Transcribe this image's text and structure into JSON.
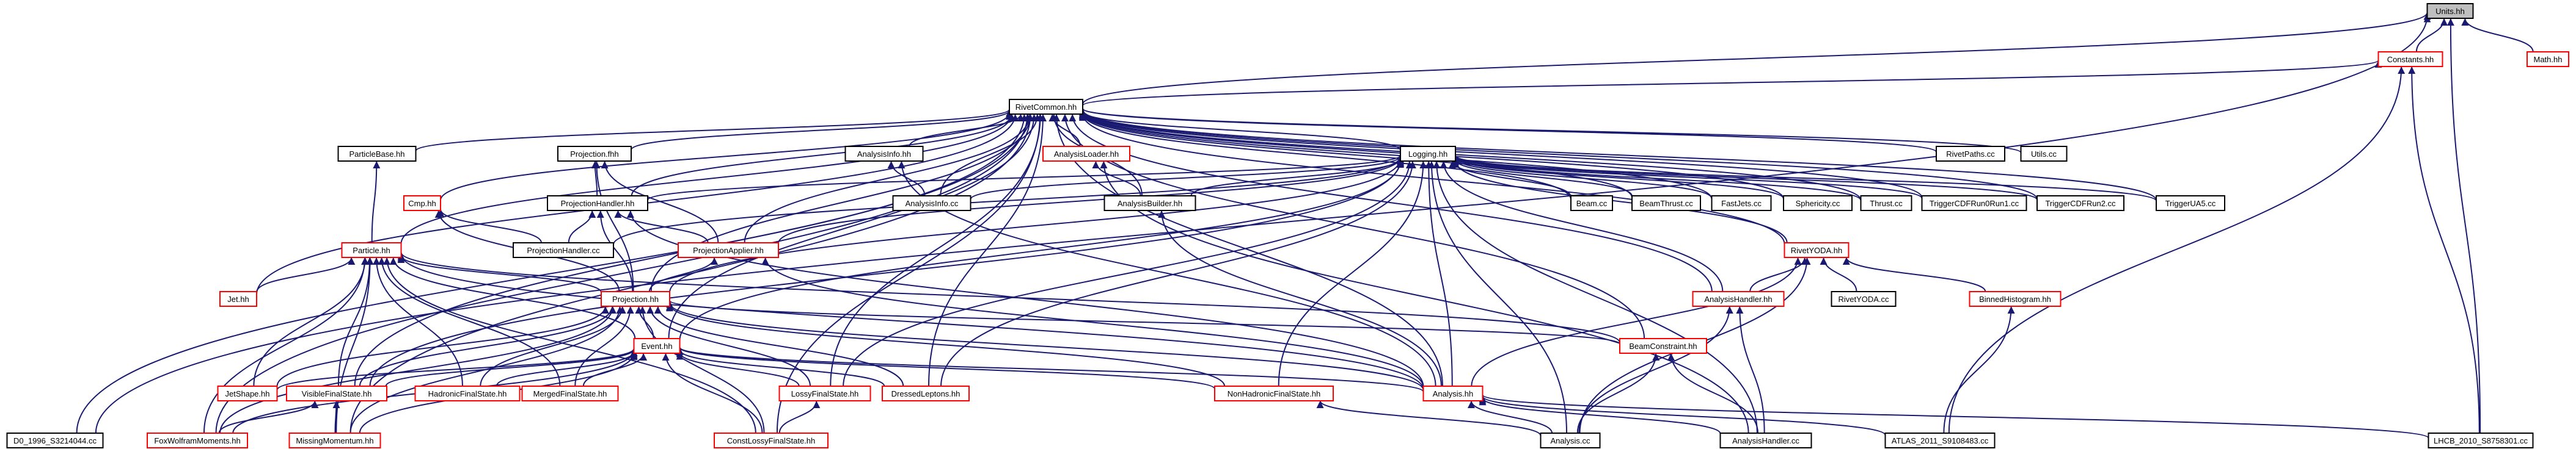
{
  "colors": {
    "root_fill": "#bfbfbf",
    "root_border": "#000000",
    "linked_border": "#000000",
    "missing_border": "#ff0000",
    "edge": "#191970"
  },
  "nodes": [
    {
      "id": "units",
      "label": "Units.hh",
      "style": "root"
    },
    {
      "id": "constants",
      "label": "Constants.hh",
      "style": "missing"
    },
    {
      "id": "math",
      "label": "Math.hh",
      "style": "missing"
    },
    {
      "id": "rivetcommon",
      "label": "RivetCommon.hh",
      "style": "linked"
    },
    {
      "id": "particlebase",
      "label": "ParticleBase.hh",
      "style": "linked"
    },
    {
      "id": "projectionfhh",
      "label": "Projection.fhh",
      "style": "linked"
    },
    {
      "id": "analysisinfo",
      "label": "AnalysisInfo.hh",
      "style": "linked"
    },
    {
      "id": "analysisloader",
      "label": "AnalysisLoader.hh",
      "style": "missing"
    },
    {
      "id": "logging",
      "label": "Logging.hh",
      "style": "linked"
    },
    {
      "id": "rivetpaths",
      "label": "RivetPaths.cc",
      "style": "linked"
    },
    {
      "id": "utilscc",
      "label": "Utils.cc",
      "style": "linked"
    },
    {
      "id": "cmp",
      "label": "Cmp.hh",
      "style": "missing"
    },
    {
      "id": "projectionhandlerhh",
      "label": "ProjectionHandler.hh",
      "style": "linked"
    },
    {
      "id": "analysisinfocc",
      "label": "AnalysisInfo.cc",
      "style": "linked"
    },
    {
      "id": "analysisbuilder",
      "label": "AnalysisBuilder.hh",
      "style": "linked"
    },
    {
      "id": "beamcc",
      "label": "Beam.cc",
      "style": "linked"
    },
    {
      "id": "beamthrust",
      "label": "BeamThrust.cc",
      "style": "linked"
    },
    {
      "id": "fastjets",
      "label": "FastJets.cc",
      "style": "linked"
    },
    {
      "id": "sphericity",
      "label": "Sphericity.cc",
      "style": "linked"
    },
    {
      "id": "thrust",
      "label": "Thrust.cc",
      "style": "linked"
    },
    {
      "id": "trigcdf1",
      "label": "TriggerCDFRun0Run1.cc",
      "style": "linked"
    },
    {
      "id": "trigcdf2",
      "label": "TriggerCDFRun2.cc",
      "style": "linked"
    },
    {
      "id": "trigua5",
      "label": "TriggerUA5.cc",
      "style": "linked"
    },
    {
      "id": "projectionhandlercc",
      "label": "ProjectionHandler.cc",
      "style": "linked"
    },
    {
      "id": "particle",
      "label": "Particle.hh",
      "style": "missing"
    },
    {
      "id": "projectionapplier",
      "label": "ProjectionApplier.hh",
      "style": "missing"
    },
    {
      "id": "rivetyoda",
      "label": "RivetYODA.hh",
      "style": "missing"
    },
    {
      "id": "jet",
      "label": "Jet.hh",
      "style": "missing"
    },
    {
      "id": "projection",
      "label": "Projection.hh",
      "style": "missing"
    },
    {
      "id": "analysishandlerhh",
      "label": "AnalysisHandler.hh",
      "style": "missing"
    },
    {
      "id": "rivetyodacc",
      "label": "RivetYODA.cc",
      "style": "linked"
    },
    {
      "id": "binnedhistogram",
      "label": "BinnedHistogram.hh",
      "style": "missing"
    },
    {
      "id": "event",
      "label": "Event.hh",
      "style": "missing"
    },
    {
      "id": "beamconstraint",
      "label": "BeamConstraint.hh",
      "style": "missing"
    },
    {
      "id": "jetshape",
      "label": "JetShape.hh",
      "style": "missing"
    },
    {
      "id": "visiblefs",
      "label": "VisibleFinalState.hh",
      "style": "missing"
    },
    {
      "id": "hadronicfs",
      "label": "HadronicFinalState.hh",
      "style": "missing"
    },
    {
      "id": "mergedfs",
      "label": "MergedFinalState.hh",
      "style": "missing"
    },
    {
      "id": "lossyfs",
      "label": "LossyFinalState.hh",
      "style": "missing"
    },
    {
      "id": "dressedleptons",
      "label": "DressedLeptons.hh",
      "style": "missing"
    },
    {
      "id": "nonhadronicfs",
      "label": "NonHadronicFinalState.hh",
      "style": "missing"
    },
    {
      "id": "analysishh",
      "label": "Analysis.hh",
      "style": "missing"
    },
    {
      "id": "d0",
      "label": "D0_1996_S3214044.cc",
      "style": "linked"
    },
    {
      "id": "foxwolfram",
      "label": "FoxWolframMoments.hh",
      "style": "missing"
    },
    {
      "id": "missingmomentum",
      "label": "MissingMomentum.hh",
      "style": "missing"
    },
    {
      "id": "constlossy",
      "label": "ConstLossyFinalState.hh",
      "style": "missing"
    },
    {
      "id": "analysiscc",
      "label": "Analysis.cc",
      "style": "linked"
    },
    {
      "id": "analysishandlercc",
      "label": "AnalysisHandler.cc",
      "style": "linked"
    },
    {
      "id": "atlas",
      "label": "ATLAS_2011_S9108483.cc",
      "style": "linked"
    },
    {
      "id": "lhcb",
      "label": "LHCB_2010_S8758301.cc",
      "style": "linked"
    }
  ],
  "edges": [
    [
      "constants",
      "units"
    ],
    [
      "math",
      "units"
    ],
    [
      "rivetcommon",
      "units"
    ],
    [
      "d0",
      "units"
    ],
    [
      "lhcb",
      "units"
    ],
    [
      "rivetcommon",
      "constants"
    ],
    [
      "atlas",
      "constants"
    ],
    [
      "lhcb",
      "constants"
    ],
    [
      "particlebase",
      "rivetcommon"
    ],
    [
      "projectionfhh",
      "rivetcommon"
    ],
    [
      "analysisinfo",
      "rivetcommon"
    ],
    [
      "analysisloader",
      "rivetcommon"
    ],
    [
      "logging",
      "rivetcommon"
    ],
    [
      "rivetpaths",
      "rivetcommon"
    ],
    [
      "utilscc",
      "rivetcommon"
    ],
    [
      "cmp",
      "rivetcommon"
    ],
    [
      "projectionhandlerhh",
      "rivetcommon"
    ],
    [
      "analysisinfocc",
      "rivetcommon"
    ],
    [
      "analysisbuilder",
      "rivetcommon"
    ],
    [
      "beamcc",
      "rivetcommon"
    ],
    [
      "beamthrust",
      "rivetcommon"
    ],
    [
      "fastjets",
      "rivetcommon"
    ],
    [
      "sphericity",
      "rivetcommon"
    ],
    [
      "thrust",
      "rivetcommon"
    ],
    [
      "trigcdf1",
      "rivetcommon"
    ],
    [
      "trigcdf2",
      "rivetcommon"
    ],
    [
      "trigua5",
      "rivetcommon"
    ],
    [
      "particle",
      "rivetcommon"
    ],
    [
      "projectionapplier",
      "rivetcommon"
    ],
    [
      "rivetyoda",
      "rivetcommon"
    ],
    [
      "jet",
      "rivetcommon"
    ],
    [
      "projection",
      "rivetcommon"
    ],
    [
      "analysishandlerhh",
      "rivetcommon"
    ],
    [
      "event",
      "rivetcommon"
    ],
    [
      "beamconstraint",
      "rivetcommon"
    ],
    [
      "visiblefs",
      "rivetcommon"
    ],
    [
      "lossyfs",
      "rivetcommon"
    ],
    [
      "dressedleptons",
      "rivetcommon"
    ],
    [
      "analysishh",
      "rivetcommon"
    ],
    [
      "d0",
      "rivetcommon"
    ],
    [
      "foxwolfram",
      "rivetcommon"
    ],
    [
      "missingmomentum",
      "rivetcommon"
    ],
    [
      "constlossy",
      "rivetcommon"
    ],
    [
      "particle",
      "particlebase"
    ],
    [
      "projectionhandlerhh",
      "projectionfhh"
    ],
    [
      "projectionapplier",
      "projectionfhh"
    ],
    [
      "projection",
      "projectionfhh"
    ],
    [
      "analysisinfocc",
      "analysisinfo"
    ],
    [
      "analysishh",
      "analysisinfo"
    ],
    [
      "analysisbuilder",
      "analysisloader"
    ],
    [
      "analysishandlercc",
      "analysisloader"
    ],
    [
      "analysisinfocc",
      "logging"
    ],
    [
      "analysisbuilder",
      "logging"
    ],
    [
      "beamcc",
      "logging"
    ],
    [
      "beamthrust",
      "logging"
    ],
    [
      "fastjets",
      "logging"
    ],
    [
      "sphericity",
      "logging"
    ],
    [
      "thrust",
      "logging"
    ],
    [
      "trigcdf1",
      "logging"
    ],
    [
      "trigcdf2",
      "logging"
    ],
    [
      "trigua5",
      "logging"
    ],
    [
      "projectionhandlerhh",
      "logging"
    ],
    [
      "projectionhandlercc",
      "logging"
    ],
    [
      "projectionapplier",
      "logging"
    ],
    [
      "rivetyoda",
      "logging"
    ],
    [
      "projection",
      "logging"
    ],
    [
      "analysishandlerhh",
      "logging"
    ],
    [
      "event",
      "logging"
    ],
    [
      "visiblefs",
      "logging"
    ],
    [
      "lossyfs",
      "logging"
    ],
    [
      "dressedleptons",
      "logging"
    ],
    [
      "nonhadronicfs",
      "logging"
    ],
    [
      "analysishh",
      "logging"
    ],
    [
      "analysiscc",
      "logging"
    ],
    [
      "analysishandlercc",
      "logging"
    ],
    [
      "projection",
      "cmp"
    ],
    [
      "projectionhandlercc",
      "cmp"
    ],
    [
      "projectionhandlercc",
      "projectionhandlerhh"
    ],
    [
      "projectionapplier",
      "projectionhandlerhh"
    ],
    [
      "projection",
      "projectionhandlerhh"
    ],
    [
      "analysishh",
      "projectionhandlerhh"
    ],
    [
      "analysishh",
      "analysisbuilder"
    ],
    [
      "jet",
      "particle"
    ],
    [
      "projection",
      "particle"
    ],
    [
      "event",
      "particle"
    ],
    [
      "jetshape",
      "particle"
    ],
    [
      "visiblefs",
      "particle"
    ],
    [
      "hadronicfs",
      "particle"
    ],
    [
      "mergedfs",
      "particle"
    ],
    [
      "foxwolfram",
      "particle"
    ],
    [
      "missingmomentum",
      "particle"
    ],
    [
      "constlossy",
      "particle"
    ],
    [
      "beamconstraint",
      "particle"
    ],
    [
      "analysishh",
      "particle"
    ],
    [
      "projection",
      "projectionapplier"
    ],
    [
      "analysishh",
      "projectionapplier"
    ],
    [
      "analysishandlerhh",
      "rivetyoda"
    ],
    [
      "rivetyodacc",
      "rivetyoda"
    ],
    [
      "binnedhistogram",
      "rivetyoda"
    ],
    [
      "analysishh",
      "rivetyoda"
    ],
    [
      "analysiscc",
      "rivetyoda"
    ],
    [
      "event",
      "projection"
    ],
    [
      "jetshape",
      "projection"
    ],
    [
      "visiblefs",
      "projection"
    ],
    [
      "hadronicfs",
      "projection"
    ],
    [
      "mergedfs",
      "projection"
    ],
    [
      "lossyfs",
      "projection"
    ],
    [
      "dressedleptons",
      "projection"
    ],
    [
      "nonhadronicfs",
      "projection"
    ],
    [
      "analysishh",
      "projection"
    ],
    [
      "beamconstraint",
      "projection"
    ],
    [
      "constlossy",
      "projection"
    ],
    [
      "foxwolfram",
      "projection"
    ],
    [
      "missingmomentum",
      "projection"
    ],
    [
      "analysiscc",
      "analysishandlerhh"
    ],
    [
      "analysishandlercc",
      "analysishandlerhh"
    ],
    [
      "atlas",
      "binnedhistogram"
    ],
    [
      "jetshape",
      "event"
    ],
    [
      "visiblefs",
      "event"
    ],
    [
      "hadronicfs",
      "event"
    ],
    [
      "mergedfs",
      "event"
    ],
    [
      "lossyfs",
      "event"
    ],
    [
      "nonhadronicfs",
      "event"
    ],
    [
      "analysishh",
      "event"
    ],
    [
      "constlossy",
      "event"
    ],
    [
      "foxwolfram",
      "event"
    ],
    [
      "missingmomentum",
      "event"
    ],
    [
      "dressedleptons",
      "event"
    ],
    [
      "analysiscc",
      "beamconstraint"
    ],
    [
      "analysishandlercc",
      "beamconstraint"
    ],
    [
      "foxwolfram",
      "visiblefs"
    ],
    [
      "missingmomentum",
      "visiblefs"
    ],
    [
      "constlossy",
      "lossyfs"
    ],
    [
      "analysiscc",
      "nonhadronicfs"
    ],
    [
      "analysiscc",
      "analysishh"
    ],
    [
      "analysishandlercc",
      "analysishh"
    ],
    [
      "atlas",
      "analysishh"
    ],
    [
      "lhcb",
      "analysishh"
    ]
  ]
}
